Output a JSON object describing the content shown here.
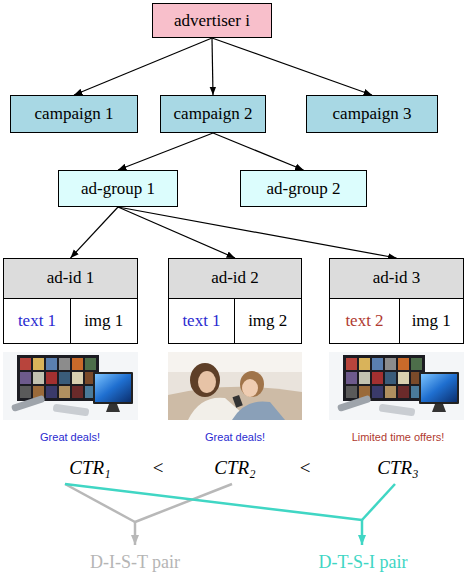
{
  "diagram": {
    "nodes": [
      {
        "text": [
          "advertiser i"
        ]
      },
      {
        "text": [
          "campaign 1"
        ]
      },
      {
        "text": [
          "campaign 2"
        ]
      },
      {
        "text": [
          "campaign 3"
        ]
      },
      {
        "text": [
          "ad-group 1"
        ]
      },
      {
        "text": [
          "ad-group 2"
        ]
      },
      {
        "text": [
          "ad-id 1"
        ]
      },
      {
        "text": [
          "text 1"
        ],
        "in": 6
      },
      {
        "text": [
          "img 1"
        ],
        "in": 6
      },
      {
        "text": [
          "ad-id 2"
        ]
      },
      {
        "text": [
          "text 1"
        ],
        "in": 9
      },
      {
        "text": [
          "img 2"
        ],
        "in": 9
      },
      {
        "text": [
          "ad-id 3"
        ]
      },
      {
        "text": [
          "text 2"
        ],
        "in": 12
      },
      {
        "text": [
          "img 1"
        ],
        "in": 12
      }
    ],
    "edges": [
      {
        "from": 0,
        "to": 1,
        "arrow": "to"
      },
      {
        "from": 0,
        "to": 2,
        "arrow": "to"
      },
      {
        "from": 0,
        "to": 3,
        "arrow": "to"
      },
      {
        "from": 2,
        "to": 4,
        "arrow": "to"
      },
      {
        "from": 2,
        "to": 5,
        "arrow": "to"
      },
      {
        "from": 4,
        "to": 6,
        "arrow": "to"
      },
      {
        "from": 4,
        "to": 9,
        "arrow": "to"
      },
      {
        "from": 4,
        "to": 12,
        "arrow": "to"
      }
    ],
    "labels": [
      "Great deals!",
      "Great deals!",
      "Limited time offers!",
      "CTR₁",
      "<",
      "CTR₂",
      "<",
      "CTR₃",
      "D-I-S-T pair",
      "D-T-S-I pair"
    ]
  }
}
